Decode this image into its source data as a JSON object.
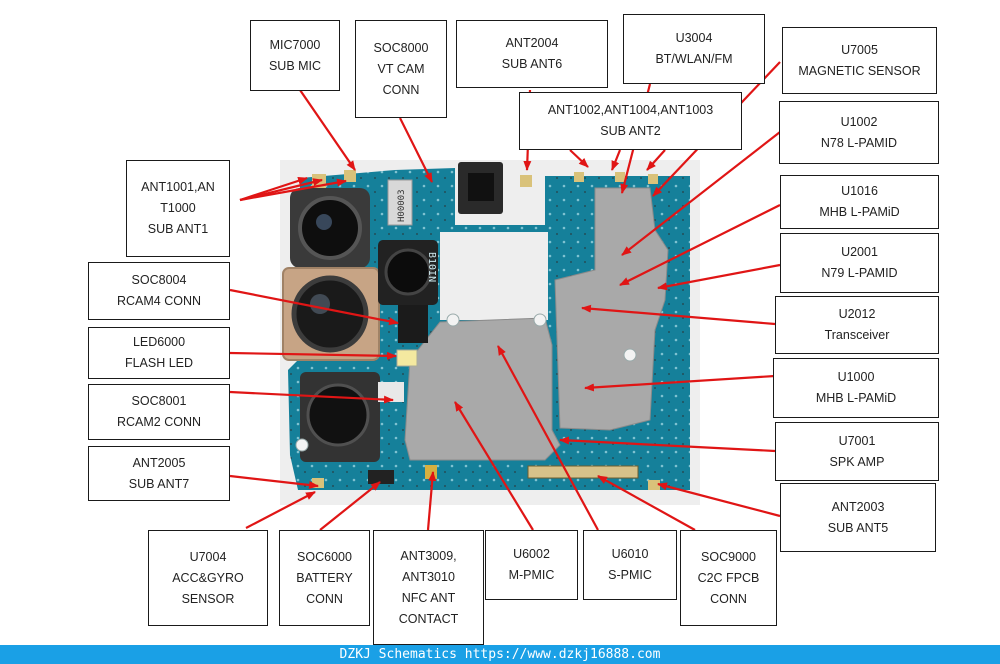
{
  "colors": {
    "pcb": "#15809a",
    "shield": "#a9a9a9",
    "arrow": "#e01515",
    "footer": "#1aa0e6"
  },
  "board_silkscreen": {
    "cam_module_text": "H00003",
    "vertical_text": "B10IN"
  },
  "labels": {
    "mic7000": [
      "MIC7000",
      "SUB MIC"
    ],
    "soc8000": [
      "SOC8000",
      "VT CAM",
      "CONN"
    ],
    "ant2004": [
      "ANT2004",
      "SUB ANT6"
    ],
    "u3004": [
      "U3004",
      "BT/WLAN/FM"
    ],
    "u7005": [
      "U7005",
      "MAGNETIC SENSOR"
    ],
    "ant1002": [
      "ANT1002,ANT1004,ANT1003",
      "SUB ANT2"
    ],
    "u1002": [
      "U1002",
      "N78 L-PAMID"
    ],
    "ant1001": [
      "ANT1001,AN",
      "T1000",
      "SUB ANT1"
    ],
    "u1016": [
      "U1016",
      "MHB L-PAMiD"
    ],
    "u2001": [
      "U2001",
      "N79 L-PAMID"
    ],
    "soc8004": [
      "SOC8004",
      "RCAM4 CONN"
    ],
    "u2012": [
      "U2012",
      "Transceiver"
    ],
    "led6000": [
      "LED6000",
      "FLASH LED"
    ],
    "u1000": [
      "U1000",
      "MHB L-PAMiD"
    ],
    "soc8001": [
      "SOC8001",
      "RCAM2 CONN"
    ],
    "u7001": [
      "U7001",
      "SPK AMP"
    ],
    "ant2005": [
      "ANT2005",
      "SUB ANT7"
    ],
    "ant2003": [
      "ANT2003",
      "SUB ANT5"
    ],
    "u7004": [
      "U7004",
      "ACC&GYRO",
      "SENSOR"
    ],
    "soc6000": [
      "SOC6000",
      "BATTERY",
      "CONN"
    ],
    "ant3009": [
      "ANT3009,",
      "ANT3010",
      "NFC ANT",
      "CONTACT"
    ],
    "u6002": [
      "U6002",
      "M-PMIC"
    ],
    "u6010": [
      "U6010",
      "S-PMIC"
    ],
    "soc9000": [
      "SOC9000",
      "C2C FPCB",
      "CONN"
    ]
  },
  "footer": {
    "text": "DZKJ Schematics https://www.dzkj16888.com"
  }
}
